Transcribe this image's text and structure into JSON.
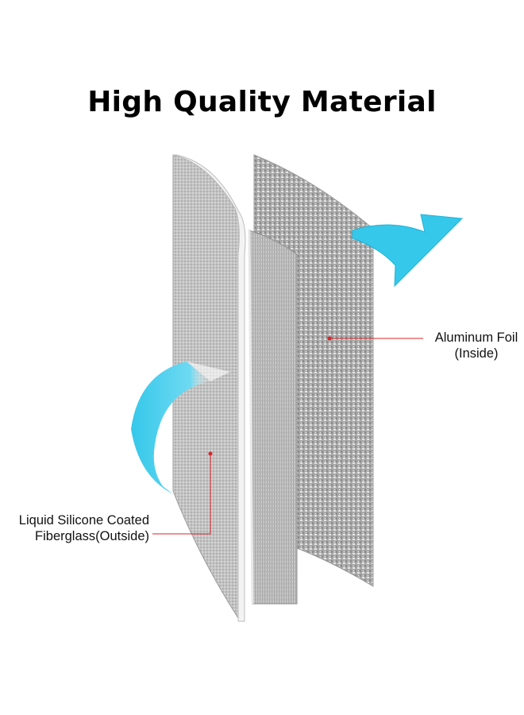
{
  "title": "High Quality Material",
  "labels": {
    "foil": {
      "line1": "Aluminum Foil",
      "line2": "(Inside)"
    },
    "fiberglass": {
      "line1": "Liquid Silicone Coated",
      "line2": "Fiberglass(Outside)"
    }
  },
  "colors": {
    "arrow": "#35c8ea",
    "leader_line": "#d9242a",
    "panel_gray": "#b9b9b9",
    "panel_edge": "#f2f2f2"
  },
  "icons": [
    "curved-arrow-icon",
    "curved-arrow-icon"
  ]
}
